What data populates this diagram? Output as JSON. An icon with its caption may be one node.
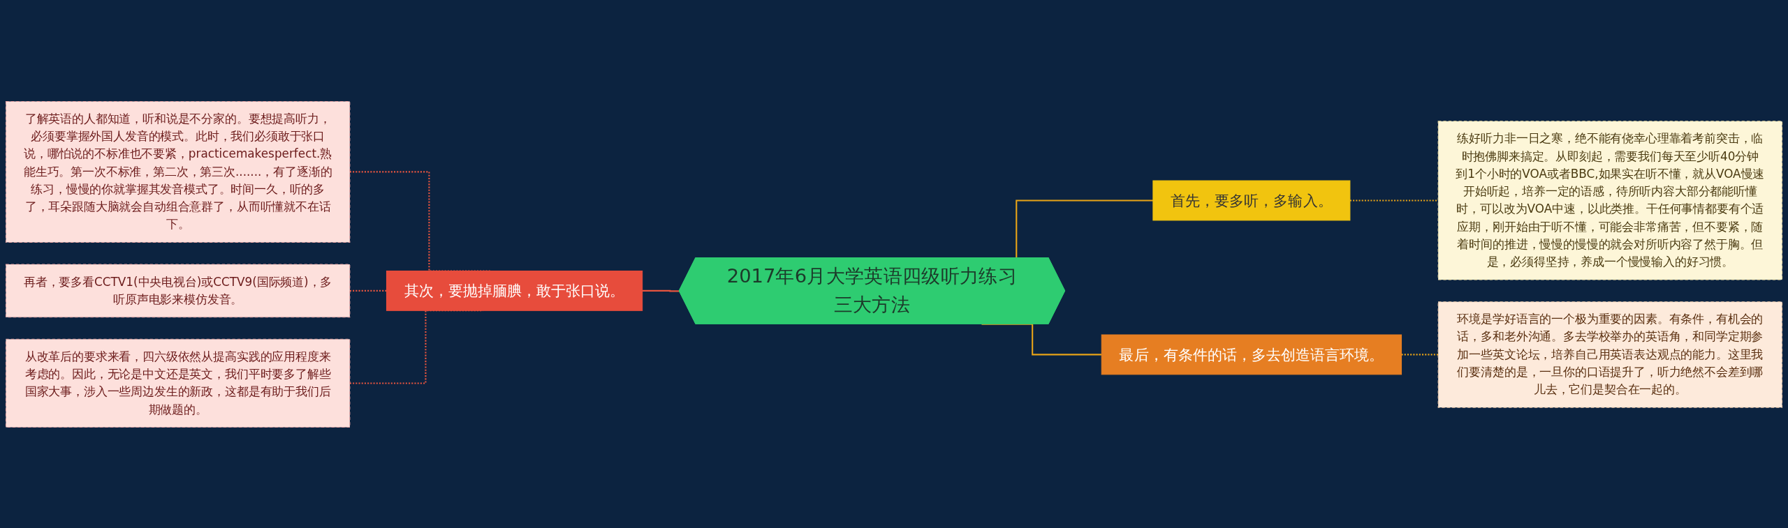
{
  "diagram": {
    "nodes": [
      {
        "text": [
          "2017年6月大学英语四级听力练习三大方法"
        ]
      },
      {
        "text": [
          "其次，要抛掉腼腆，敢于张口说。"
        ]
      },
      {
        "text": [
          "了解英语的人都知道，听和说是不分家的。要想提高听力，必须要掌握外国人发音的模式。此时，我们必须敢于张口说，哪怕说的不标准也不要紧，practicemakesperfect.熟能生巧。第一次不标准，第二次，第三次.......，有了逐渐的练习，慢慢的你就掌握其发音模式了。时间一久，听的多了，耳朵跟随大脑就会自动组合意群了，从而听懂就不在话下。"
        ]
      },
      {
        "text": [
          "再者，要多看CCTV1(中央电视台)或CCTV9(国际频道)，多听原声电影来模仿发音。"
        ]
      },
      {
        "text": [
          "从改革后的要求来看，四六级依然从提高实践的应用程度来考虑的。因此，无论是中文还是英文，我们平时要多了解些国家大事，涉入一些周边发生的新政，这都是有助于我们后期做题的。"
        ]
      },
      {
        "text": [
          "首先，要多听，多输入。"
        ]
      },
      {
        "text": [
          "练好听力非一日之寒，绝不能有侥幸心理靠着考前突击，临时抱佛脚来搞定。从即刻起，需要我们每天至少听40分钟到1个小时的VOA或者BBC,如果实在听不懂，就从VOA慢速开始听起，培养一定的语感，待所听内容大部分都能听懂时，可以改为VOA中速，以此类推。干任何事情都要有个适应期，刚开始由于听不懂，可能会非常痛苦，但不要紧，随着时间的推进，慢慢的慢慢的就会对所听内容了然于胸。但是，必须得坚持，养成一个慢慢输入的好习惯。"
        ]
      },
      {
        "text": [
          "最后，有条件的话，多去创造语言环境。"
        ]
      },
      {
        "text": [
          "环境是学好语言的一个极为重要的因素。有条件，有机会的话，多和老外沟通。多去学校举办的英语角，和同学定期参加一些英文论坛，培养自己用英语表达观点的能力。这里我们要清楚的是，一旦你的口语提升了，听力绝然不会差到哪儿去，它们是契合在一起的。"
        ]
      }
    ],
    "edges": [
      {
        "from": 1,
        "to": 0,
        "arrow": "none"
      },
      {
        "from": 2,
        "to": 1,
        "arrow": "none",
        "style": "dashed"
      },
      {
        "from": 3,
        "to": 1,
        "arrow": "none",
        "style": "dashed"
      },
      {
        "from": 4,
        "to": 1,
        "arrow": "none",
        "style": "dashed"
      },
      {
        "from": 0,
        "to": 5,
        "arrow": "none",
        "color": "#e8a317"
      },
      {
        "from": 5,
        "to": 6,
        "arrow": "none",
        "style": "dashed",
        "color": "#e8a317"
      },
      {
        "from": 0,
        "to": 7,
        "arrow": "none",
        "color": "#e8a317"
      },
      {
        "from": 7,
        "to": 8,
        "arrow": "none",
        "style": "dashed",
        "color": "#e8a317"
      }
    ]
  }
}
